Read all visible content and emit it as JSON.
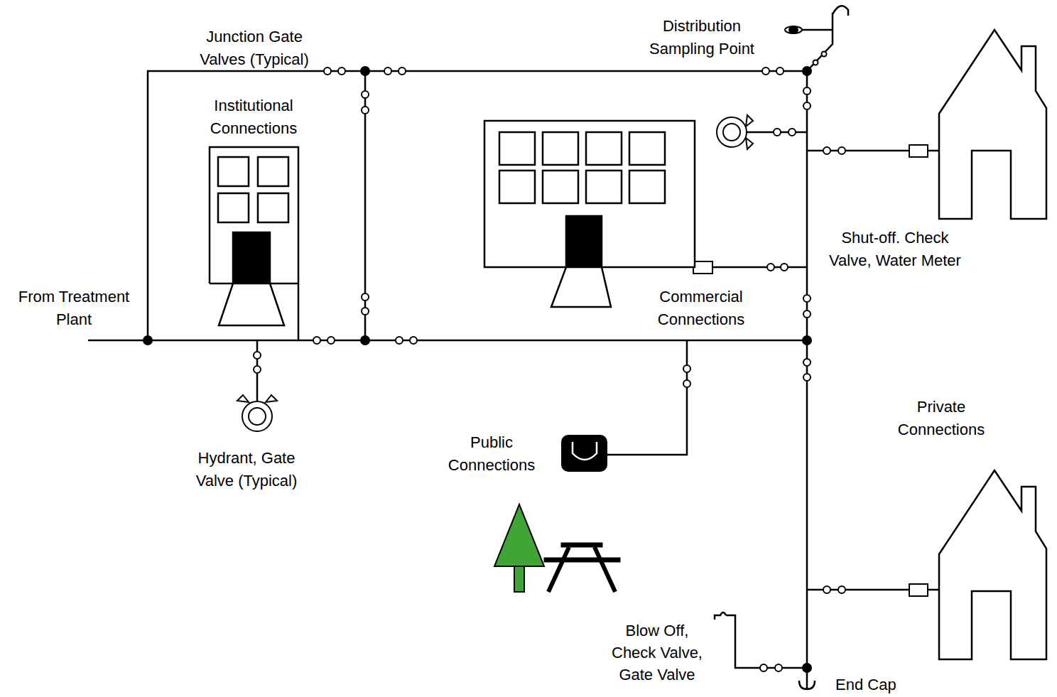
{
  "diagram": {
    "labels": [
      "Junction Gate Valves (Typical)",
      "Distribution Sampling Point",
      "Institutional Connections",
      "Shut-off. Check Valve, Water Meter",
      "From Treatment Plant",
      "Commercial Connections",
      "Private Connections",
      "Public Connections",
      "Hydrant, Gate Valve (Typical)",
      "Blow Off, Check Valve, Gate Valve",
      "End Cap"
    ]
  }
}
